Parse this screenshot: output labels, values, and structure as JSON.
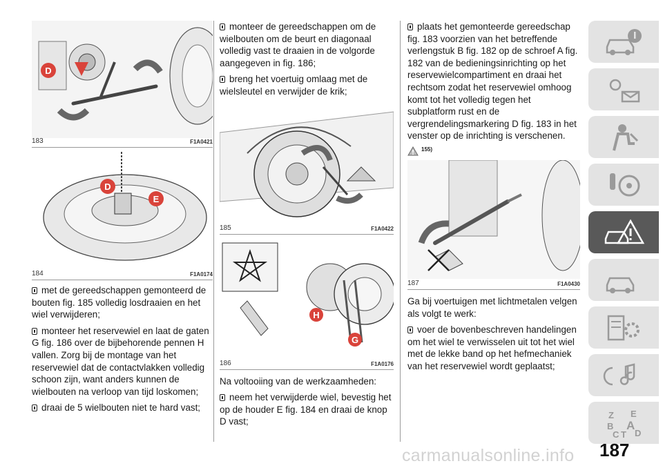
{
  "figures": {
    "f183": {
      "num": "183",
      "code": "F1A0421",
      "label_d": "D"
    },
    "f184": {
      "num": "184",
      "code": "F1A0174",
      "label_d": "D",
      "label_e": "E"
    },
    "f185": {
      "num": "185",
      "code": "F1A0422"
    },
    "f186": {
      "num": "186",
      "code": "F1A0176",
      "label_h": "H",
      "label_g": "G"
    },
    "f187": {
      "num": "187",
      "code": "F1A0430"
    }
  },
  "col1": {
    "items": [
      "met de gereedschappen gemonteerd de bouten fig. 185 volledig losdraaien en het wiel verwijderen;",
      "monteer het reservewiel en laat de gaten G fig. 186 over de bijbehorende pennen H vallen. Zorg bij de montage van het reservewiel dat de contactvlakken volledig schoon zijn, want anders kunnen de wielbouten na verloop van tijd loskomen;",
      "draai de 5 wielbouten niet te hard vast;"
    ]
  },
  "col2": {
    "items": [
      "monteer de gereedschappen om de wielbouten om de beurt en diagonaal volledig vast te draaien in de volgorde aangegeven in fig. 186;",
      "breng het voertuig omlaag met de wielsleutel en verwijder de krik;"
    ],
    "after_heading": "Na voltooiing van de werkzaamheden:",
    "after_items": [
      "neem het verwijderde wiel, bevestig het op de houder E fig. 184 en draai de knop D vast;"
    ]
  },
  "col3": {
    "items": [
      "plaats het gemonteerde gereedschap fig. 183 voorzien van het betreffende verlengstuk B fig. 182 op de schroef A fig. 182 van de bedieningsinrichting op het reservewielcompartiment en draai het rechtsom zodat het reservewiel omhoog komt tot het volledig tegen het subplatform rust en de vergrendelingsmarkering D fig. 183 in het venster op de inrichting is verschenen."
    ],
    "warning_ref": "155)",
    "light_alloy_intro": "Ga bij voertuigen met lichtmetalen velgen als volgt te werk:",
    "light_alloy_items": [
      "voer de bovenbeschreven handelingen om het wiel te verwisselen uit tot het wiel met de lekke band op het hefmechaniek van het reservewiel wordt geplaatst;"
    ]
  },
  "sidebar": {
    "tabs": [
      "car-info-icon",
      "dashboard-lights-icon",
      "safety-seat-icon",
      "starting-driving-icon",
      "emergency-icon",
      "maintenance-icon",
      "technical-data-icon",
      "multimedia-icon",
      "index-icon"
    ],
    "active_index": 4,
    "index_letters": [
      "Z",
      "E",
      "B",
      "A",
      "C",
      "T",
      "D"
    ]
  },
  "page_number": "187",
  "watermark": "carmanualsonline.info"
}
